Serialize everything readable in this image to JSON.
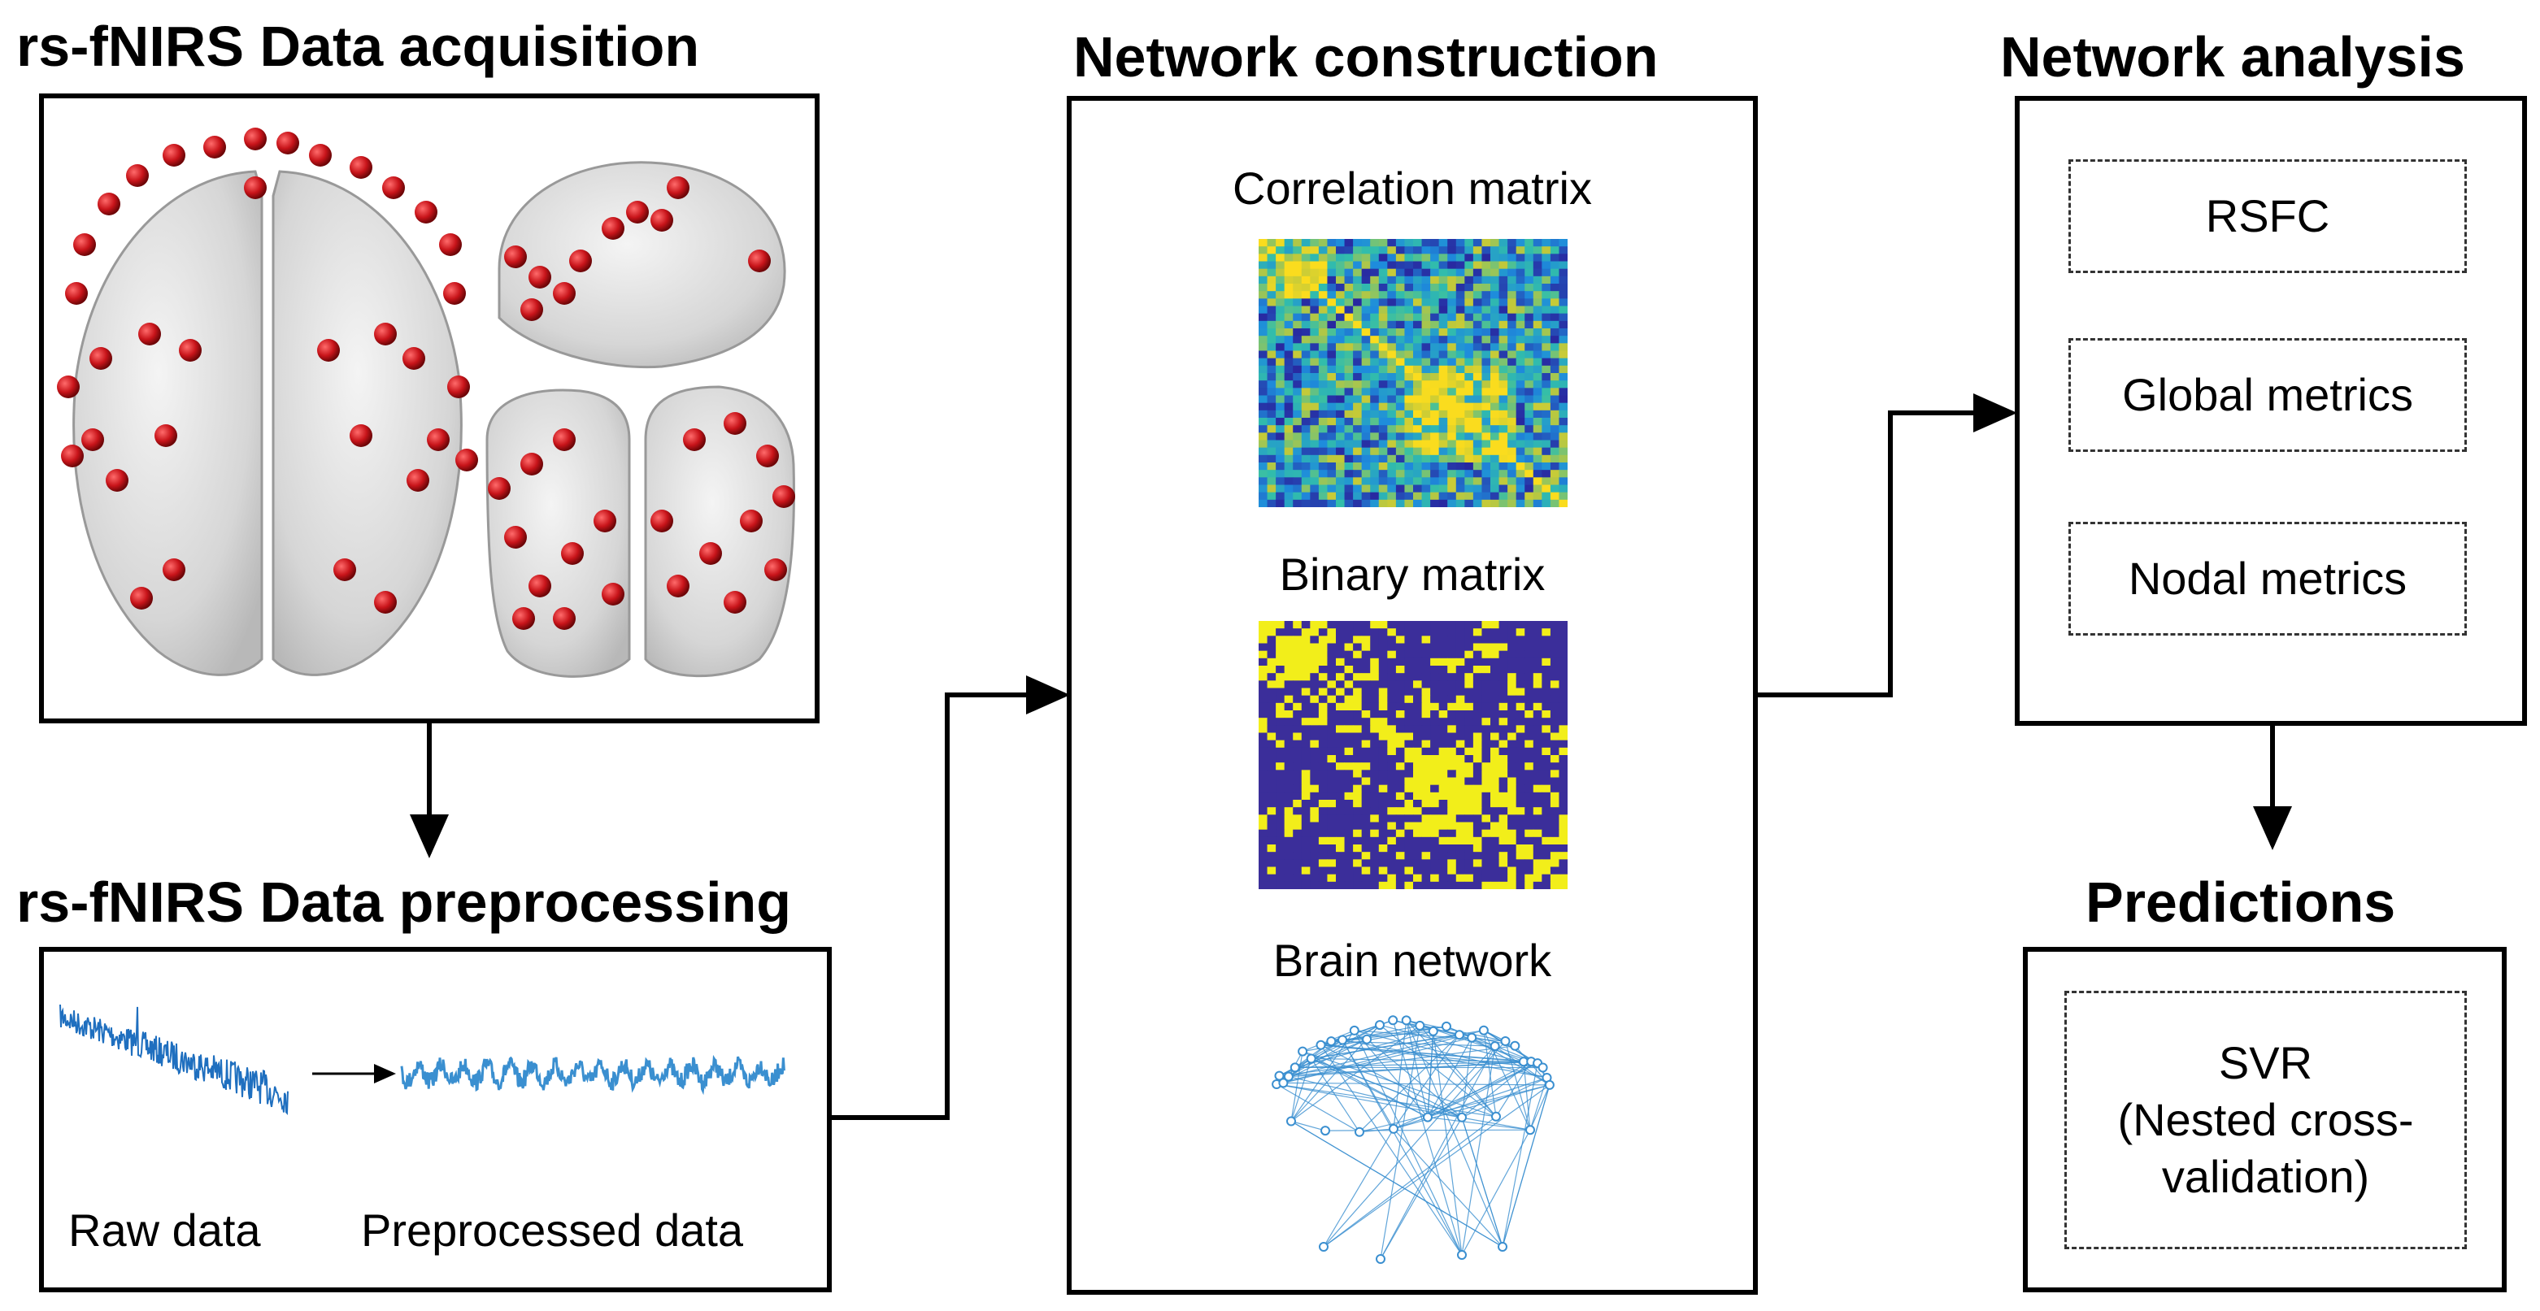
{
  "acquisition": {
    "title": "rs-fNIRS Data acquisition"
  },
  "preprocessing": {
    "title": "rs-fNIRS Data preprocessing",
    "raw_label": "Raw data",
    "preprocessed_label": "Preprocessed data"
  },
  "construction": {
    "title": "Network construction",
    "correlation_label": "Correlation matrix",
    "binary_label": "Binary matrix",
    "network_label": "Brain network"
  },
  "analysis": {
    "title": "Network analysis",
    "items": [
      "RSFC",
      "Global metrics",
      "Nodal metrics"
    ]
  },
  "predictions": {
    "title": "Predictions",
    "method": "SVR",
    "detail": "(Nested cross-validation)"
  },
  "colors": {
    "electrode": "#c8141a",
    "signal": "#1f6fbf",
    "binary_bg": "#3b2e9a",
    "binary_fg": "#f2ee1a",
    "network": "#3a8fd0"
  }
}
